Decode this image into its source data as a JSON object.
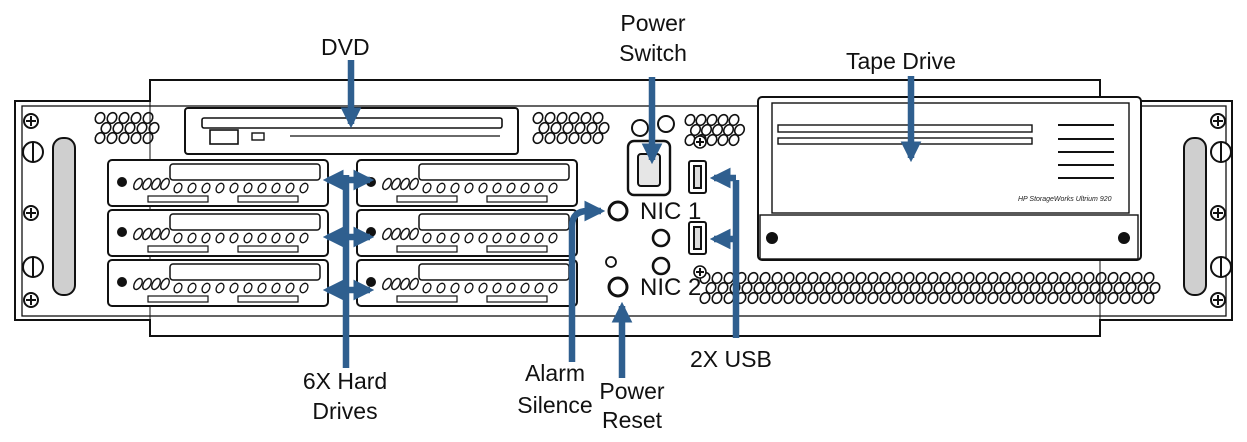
{
  "labels": {
    "dvd": "DVD",
    "power_switch_line1": "Power",
    "power_switch_line2": "Switch",
    "tape_drive": "Tape Drive",
    "hard_drives_line1": "6X Hard",
    "hard_drives_line2": "Drives",
    "alarm_silence_line1": "Alarm",
    "alarm_silence_line2": "Silence",
    "power_reset_line1": "Power",
    "power_reset_line2": "Reset",
    "usb": "2X USB"
  },
  "panel": {
    "nic1": "NIC 1",
    "nic2": "NIC 2",
    "tape_brand": "HP StorageWorks Ultrium 920"
  },
  "colors": {
    "arrow": "#2f5f8f",
    "outline": "#111111",
    "chassis_fill": "#ffffff",
    "handle_fill": "#cccccc"
  },
  "icons": [
    "screw-icon",
    "vent-icon",
    "handle-icon",
    "usb-port-icon",
    "led-icon"
  ]
}
